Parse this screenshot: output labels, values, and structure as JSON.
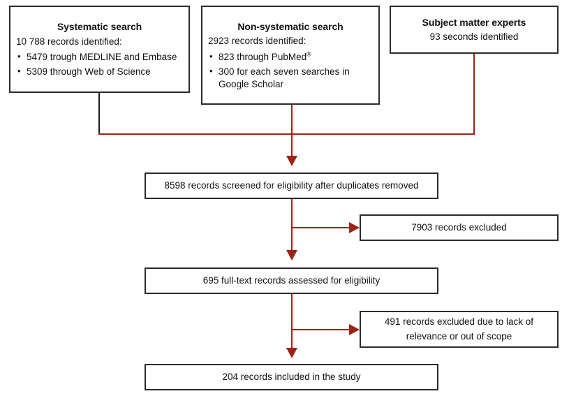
{
  "diagram": {
    "title": "Study selection flow diagram",
    "colors": {
      "box_border": "#2b2b2b",
      "connector_red": "#9d2318",
      "connector_black": "#1d1d1d",
      "text": "#111111",
      "background": "#ffffff"
    },
    "sources": [
      {
        "id": "systematic-search",
        "title": "Systematic search",
        "lead": "10 788 records identified:",
        "bullets": [
          "5479 trough MEDLINE and Embase",
          "5309 through Web of Science"
        ]
      },
      {
        "id": "non-systematic-search",
        "title": "Non-systematic search",
        "lead": "2923 records identified:",
        "bullets": [
          "823 through PubMed®",
          "300 for each seven searches in Google Scholar"
        ]
      },
      {
        "id": "subject-matter-experts",
        "title": "Subject matter experts",
        "subtitle": "93 seconds identified"
      }
    ],
    "stages": [
      {
        "id": "screened",
        "label": "8598 records screened for eligibility after duplicates removed"
      },
      {
        "id": "full-text-assessed",
        "label": "695 full-text records assessed for eligibility"
      },
      {
        "id": "included",
        "label": "204 records included in the study"
      }
    ],
    "exclusions": [
      {
        "id": "excluded-screening",
        "label": "7903 records excluded"
      },
      {
        "id": "excluded-full-text",
        "line1": "491 records excluded due to lack of",
        "line2": "relevance or out of scope"
      }
    ]
  }
}
